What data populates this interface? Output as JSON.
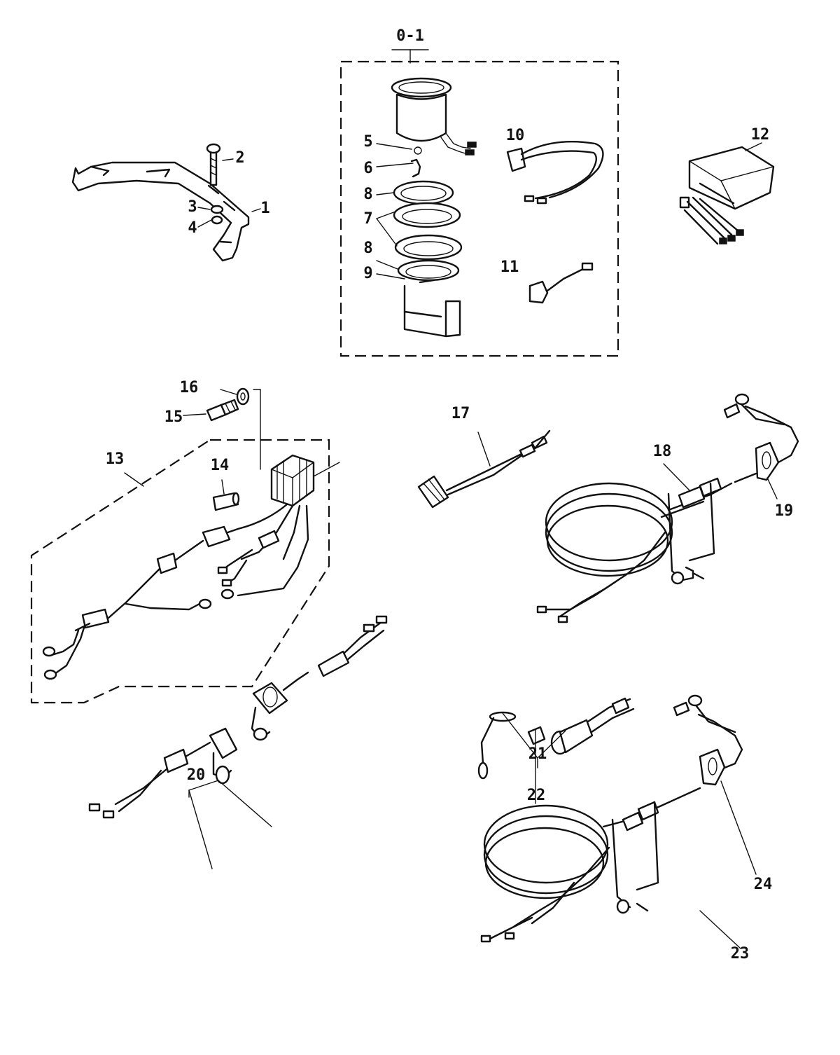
{
  "callouts": {
    "c0_1": "0-1",
    "c1": "1",
    "c2": "2",
    "c3": "3",
    "c4": "4",
    "c5": "5",
    "c6": "6",
    "c7": "7",
    "c8a": "8",
    "c8b": "8",
    "c9": "9",
    "c10": "10",
    "c11": "11",
    "c12": "12",
    "c13": "13",
    "c14": "14",
    "c15": "15",
    "c16": "16",
    "c17": "17",
    "c18": "18",
    "c19": "19",
    "c20": "20",
    "c21": "21",
    "c22": "22",
    "c23": "23",
    "c24": "24"
  }
}
